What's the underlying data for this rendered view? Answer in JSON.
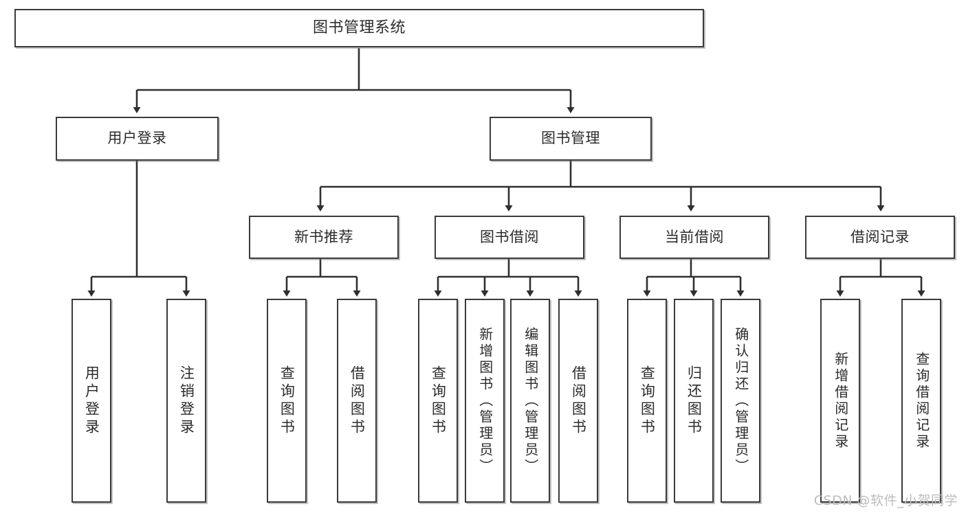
{
  "diagram": {
    "title": "图书管理系统",
    "watermark": "CSDN @软件_小贺同学",
    "root": {
      "label": "图书管理系统"
    },
    "level2": [
      {
        "label": "用户登录"
      },
      {
        "label": "图书管理"
      }
    ],
    "level3": [
      {
        "label": "新书推荐"
      },
      {
        "label": "图书借阅"
      },
      {
        "label": "当前借阅"
      },
      {
        "label": "借阅记录"
      }
    ],
    "leaves": [
      {
        "label": "用户登录",
        "parent": "用户登录"
      },
      {
        "label": "注销登录",
        "parent": "用户登录"
      },
      {
        "label": "查询图书",
        "parent": "新书推荐"
      },
      {
        "label": "借阅图书",
        "parent": "新书推荐"
      },
      {
        "label": "查询图书",
        "parent": "图书借阅"
      },
      {
        "label": "新增图书（管理员）",
        "parent": "图书借阅"
      },
      {
        "label": "编辑图书（管理员）",
        "parent": "图书借阅"
      },
      {
        "label": "借阅图书",
        "parent": "图书借阅"
      },
      {
        "label": "查询图书",
        "parent": "当前借阅"
      },
      {
        "label": "归还图书",
        "parent": "当前借阅"
      },
      {
        "label": "确认归还（管理员）",
        "parent": "当前借阅"
      },
      {
        "label": "新增借阅记录",
        "parent": "借阅记录"
      },
      {
        "label": "查询借阅记录",
        "parent": "借阅记录"
      }
    ],
    "colors": {
      "stroke": "#3a3a3a",
      "text": "#2b2b2b",
      "background": "#ffffff",
      "watermark": "#bdbdbd"
    }
  }
}
